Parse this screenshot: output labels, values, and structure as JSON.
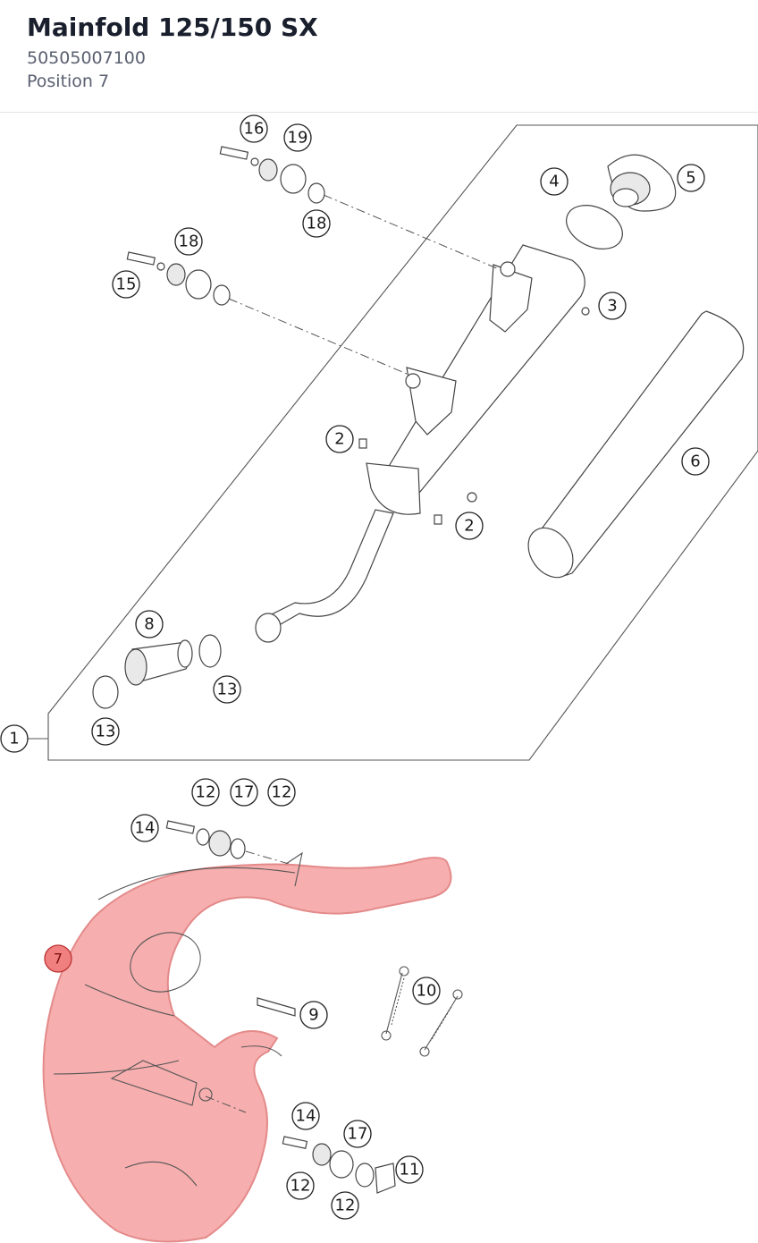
{
  "header": {
    "title": "Mainfold 125/150 SX",
    "part_number": "50505007100",
    "position": "Position 7"
  },
  "colors": {
    "highlight_fill": "#f08080",
    "highlight_overlay": "#f4a0a0",
    "title_text": "#1a1f2e",
    "subtitle_text": "#5a6070"
  },
  "diagram": {
    "highlighted_position": "7",
    "callouts": [
      {
        "label": "1"
      },
      {
        "label": "2"
      },
      {
        "label": "2"
      },
      {
        "label": "3"
      },
      {
        "label": "4"
      },
      {
        "label": "5"
      },
      {
        "label": "6"
      },
      {
        "label": "7"
      },
      {
        "label": "8"
      },
      {
        "label": "9"
      },
      {
        "label": "10"
      },
      {
        "label": "11"
      },
      {
        "label": "12"
      },
      {
        "label": "12"
      },
      {
        "label": "12"
      },
      {
        "label": "12"
      },
      {
        "label": "13"
      },
      {
        "label": "13"
      },
      {
        "label": "14"
      },
      {
        "label": "14"
      },
      {
        "label": "15"
      },
      {
        "label": "16"
      },
      {
        "label": "17"
      },
      {
        "label": "17"
      },
      {
        "label": "18"
      },
      {
        "label": "18"
      },
      {
        "label": "19"
      }
    ]
  }
}
